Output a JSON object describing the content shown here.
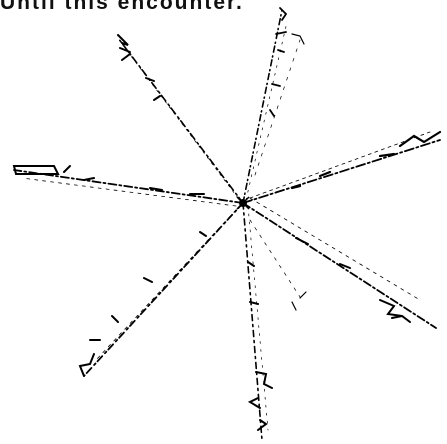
{
  "caption": {
    "text": "Until this encounter."
  },
  "figure": {
    "kind": "radial-burst",
    "center_name": "starburst-center",
    "stroke_color": "#000000",
    "background_color": "#ffffff",
    "ray_count": 8
  }
}
